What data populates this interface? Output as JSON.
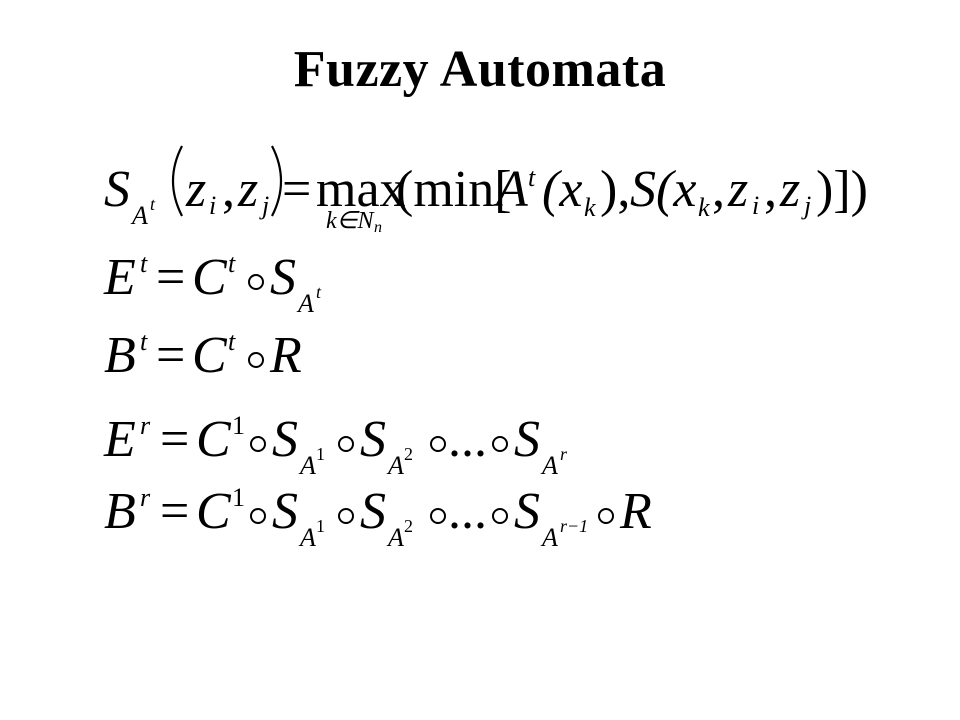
{
  "title": "Fuzzy Automata",
  "equations": [
    {
      "name": "similarity",
      "lhs_symbol": "S",
      "lhs_sub_base": "A",
      "lhs_sub_sup": "t",
      "arg1": "z",
      "arg1_sub": "i",
      "comma": ",",
      "arg2": "z",
      "arg2_sub": "j",
      "equals": "=",
      "op_max": "max",
      "max_under": "k∈N",
      "max_under_sub": "n",
      "min_open": "(min[",
      "A_symbol": "A",
      "A_sup": "t",
      "x_open": "(x",
      "x_sub": "k",
      "x_close": "),",
      "S_symbol": "S",
      "s_open": "(x",
      "s_x_sub": "k",
      "s_comma1": ",",
      "s_z1": "z",
      "s_z1_sub": "i",
      "s_comma2": ",",
      "s_z2": "z",
      "s_z2_sub": "j",
      "close": ")])"
    },
    {
      "name": "E-t",
      "lhs": "E",
      "lhs_sup": "t",
      "equals": "=",
      "C": "C",
      "C_sup": "t",
      "S": "S",
      "S_sub_base": "A",
      "S_sub_sup": "t"
    },
    {
      "name": "B-t",
      "lhs": "B",
      "lhs_sup": "t",
      "equals": "=",
      "C": "C",
      "C_sup": "t",
      "R": "R"
    },
    {
      "name": "E-r",
      "lhs": "E",
      "lhs_sup": "r",
      "equals": "=",
      "C": "C",
      "C_sup": "1",
      "S1": "S",
      "S1_sub_base": "A",
      "S1_sub_sup": "1",
      "S2": "S",
      "S2_sub_base": "A",
      "S2_sub_sup": "2",
      "dots": "...",
      "S3": "S",
      "S3_sub_base": "A",
      "S3_sub_sup": "r"
    },
    {
      "name": "B-r",
      "lhs": "B",
      "lhs_sup": "r",
      "equals": "=",
      "C": "C",
      "C_sup": "1",
      "S1": "S",
      "S1_sub_base": "A",
      "S1_sub_sup": "1",
      "S2": "S",
      "S2_sub_base": "A",
      "S2_sub_sup": "2",
      "dots": "...",
      "S3": "S",
      "S3_sub_base": "A",
      "S3_sub_sup": "r−1",
      "R": "R"
    }
  ]
}
